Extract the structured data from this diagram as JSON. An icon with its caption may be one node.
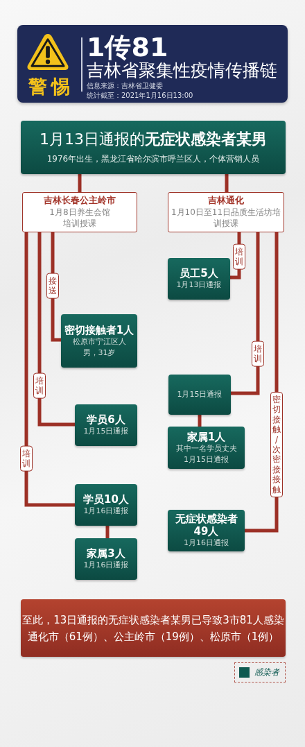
{
  "diagram": {
    "title": "1传81",
    "nodes": [
      {
        "text": [
          "1月13日通报的**无症状感染者某男**",
          "1976年出生，黑龙江省哈尔滨市呼兰区人，个体营销人员"
        ]
      },
      {
        "text": [
          "吉林长春公主岭市",
          "1月8日养生会馆培训授课"
        ]
      },
      {
        "text": [
          "吉林通化",
          "1月10日至11日品质生活坊培训授课"
        ]
      },
      {
        "text": [
          "员工5人",
          "1月13日通报"
        ]
      },
      {
        "text": [
          "密切接触者1人",
          "松原市宁江区人",
          "男，31岁"
        ]
      },
      {
        "text": [
          "1月15日通报"
        ]
      },
      {
        "text": [
          "学员6人",
          "1月15日通报"
        ]
      },
      {
        "text": [
          "家属1人",
          "其中一名学员丈夫",
          "1月15日通报"
        ]
      },
      {
        "text": [
          "学员10人",
          "1月16日通报"
        ]
      },
      {
        "text": [
          "无症状感染者49人",
          "1月16日通报"
        ]
      },
      {
        "text": [
          "家属3人",
          "1月16日通报"
        ]
      },
      {
        "text": [
          "至此，13日通报的无症状感染者某男已导致3市81人感染",
          "通化市（61例）、公主岭市（19例）、松原市（1例）"
        ]
      }
    ],
    "edges": [
      {
        "from": 0,
        "to": 1,
        "arrow": "none"
      },
      {
        "from": 0,
        "to": 2,
        "arrow": "none"
      },
      {
        "from": 2,
        "to": 3,
        "arrow": "none",
        "label": "培训"
      },
      {
        "from": 1,
        "to": 4,
        "arrow": "none",
        "label": "接送"
      },
      {
        "from": 2,
        "to": 5,
        "arrow": "none",
        "label": "培训"
      },
      {
        "from": 5,
        "to": 7,
        "arrow": "none"
      },
      {
        "from": 1,
        "to": 6,
        "arrow": "none",
        "label": "培训"
      },
      {
        "from": 1,
        "to": 8,
        "arrow": "none",
        "label": "培训"
      },
      {
        "from": 8,
        "to": 10,
        "arrow": "none"
      },
      {
        "from": 2,
        "to": 9,
        "arrow": "none",
        "label": "密切接触/次密接接触"
      }
    ],
    "labels": [
      "警惕",
      "吉林省聚集性疫情传播链",
      "信息来源：吉林省卫健委",
      "统计截至：2021年1月16日13:00"
    ],
    "legend": [
      {
        "text": "感染者",
        "color": "#0e5a51"
      }
    ]
  }
}
